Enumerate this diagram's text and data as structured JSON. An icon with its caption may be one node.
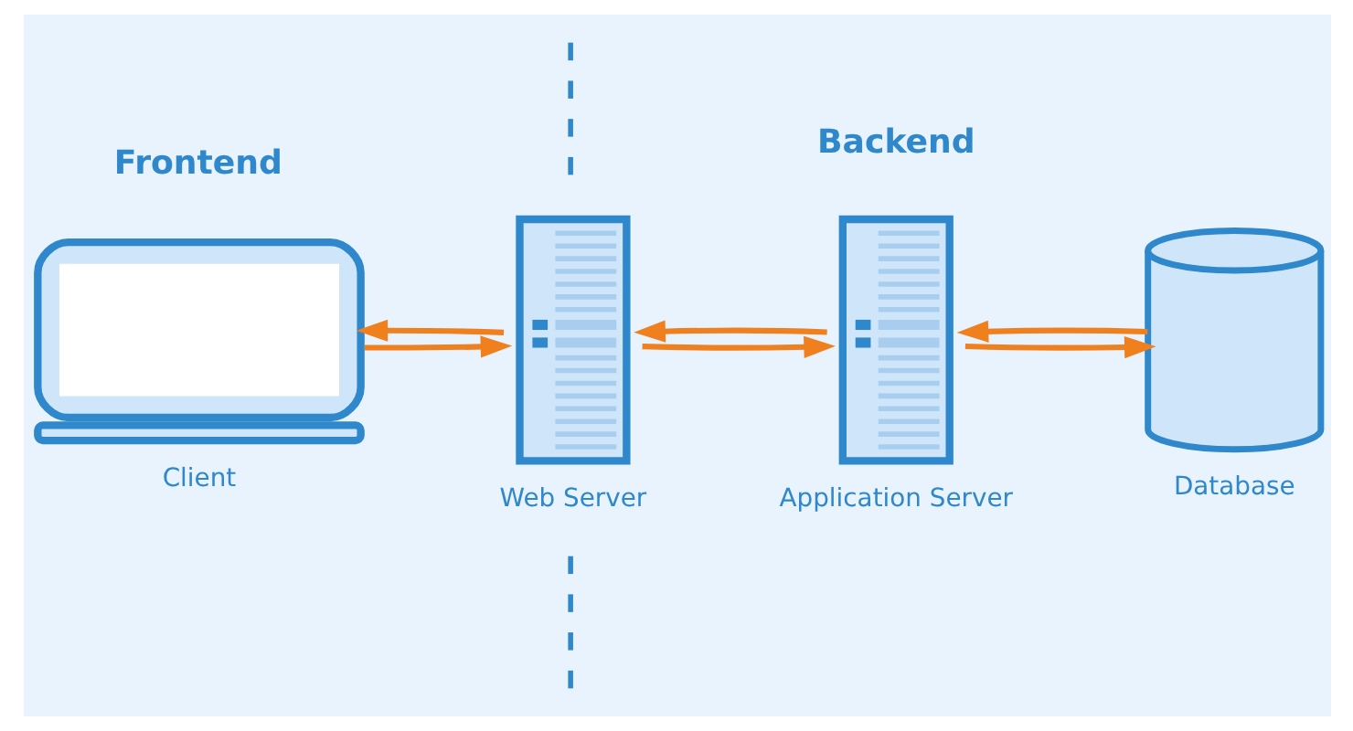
{
  "diagram": {
    "nodes": [
      {
        "text": [],
        "shape": "picture",
        "beside": [
          "Client"
        ]
      },
      {
        "text": [],
        "shape": "picture",
        "beside": [
          "Web Server"
        ]
      },
      {
        "text": [],
        "shape": "picture",
        "beside": [
          "Application Server"
        ]
      },
      {
        "text": [],
        "shape": "cylinder",
        "beside": [
          "Database"
        ]
      }
    ],
    "edges": [
      {
        "from": 0,
        "to": 1,
        "arrow": "to"
      },
      {
        "from": 1,
        "to": 0,
        "arrow": "to"
      },
      {
        "from": 1,
        "to": 2,
        "arrow": "to"
      },
      {
        "from": 2,
        "to": 1,
        "arrow": "to"
      },
      {
        "from": 2,
        "to": 3,
        "arrow": "to"
      },
      {
        "from": 3,
        "to": 2,
        "arrow": "to"
      }
    ],
    "labels": [
      "Frontend",
      "Backend"
    ]
  }
}
